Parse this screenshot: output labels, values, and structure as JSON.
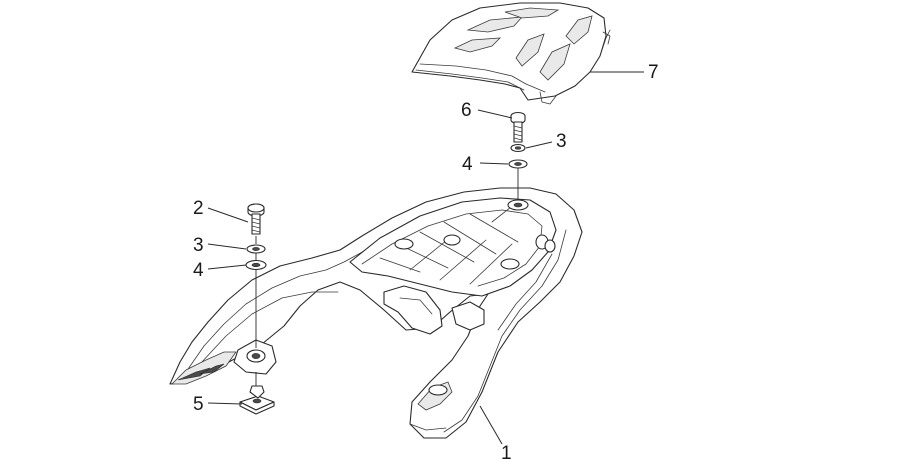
{
  "callouts": {
    "c1": "1",
    "c2": "2",
    "c3a": "3",
    "c3b": "3",
    "c4a": "4",
    "c4b": "4",
    "c5": "5",
    "c6": "6",
    "c7": "7"
  }
}
